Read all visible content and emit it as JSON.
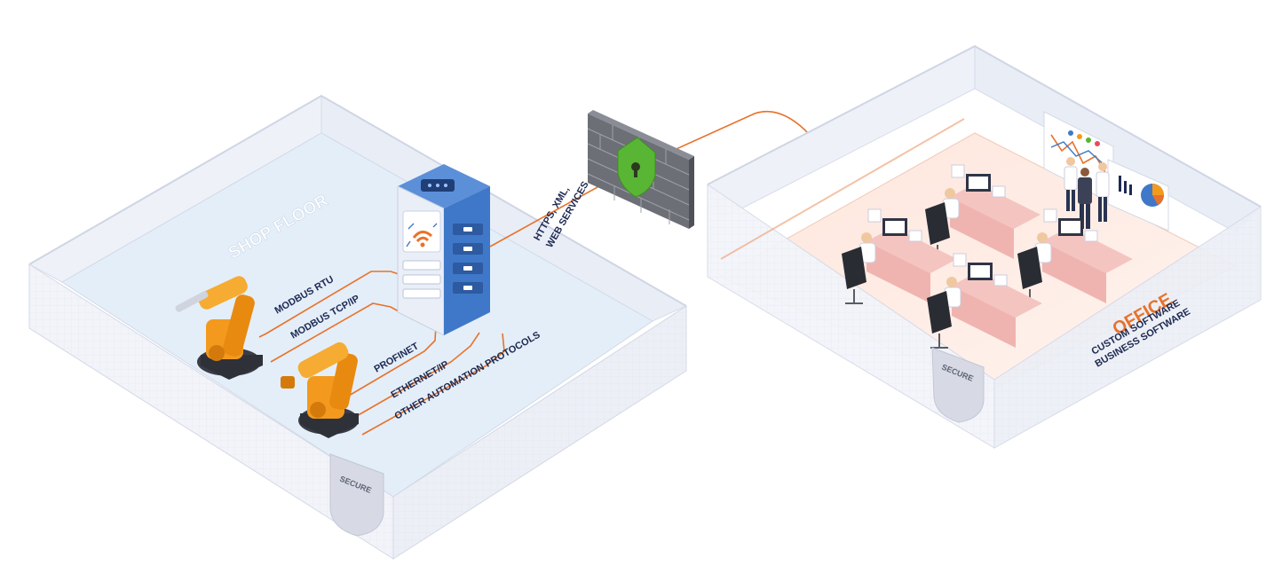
{
  "shop_floor": {
    "title": "SHOP FLOOR",
    "secure_label": "SECURE",
    "protocols": [
      "MODBUS RTU",
      "MODBUS TCP/IP",
      "PROFINET",
      "ETHERNET/IP",
      "OTHER AUTOMATION PROTOCOLS"
    ]
  },
  "connection": {
    "line1": "HTTPS, XML,",
    "line2": "WEB SERVICES"
  },
  "office": {
    "title": "OFFICE",
    "line1": "CUSTOM SOFTWARE",
    "line2": "BUSINESS SOFTWARE",
    "secure_label": "SECURE"
  },
  "colors": {
    "accent": "#e8722a",
    "navy": "#1e2a52",
    "server_blue": "#3f78c8",
    "shield_green": "#59b534",
    "robot_orange": "#f39a1e"
  }
}
